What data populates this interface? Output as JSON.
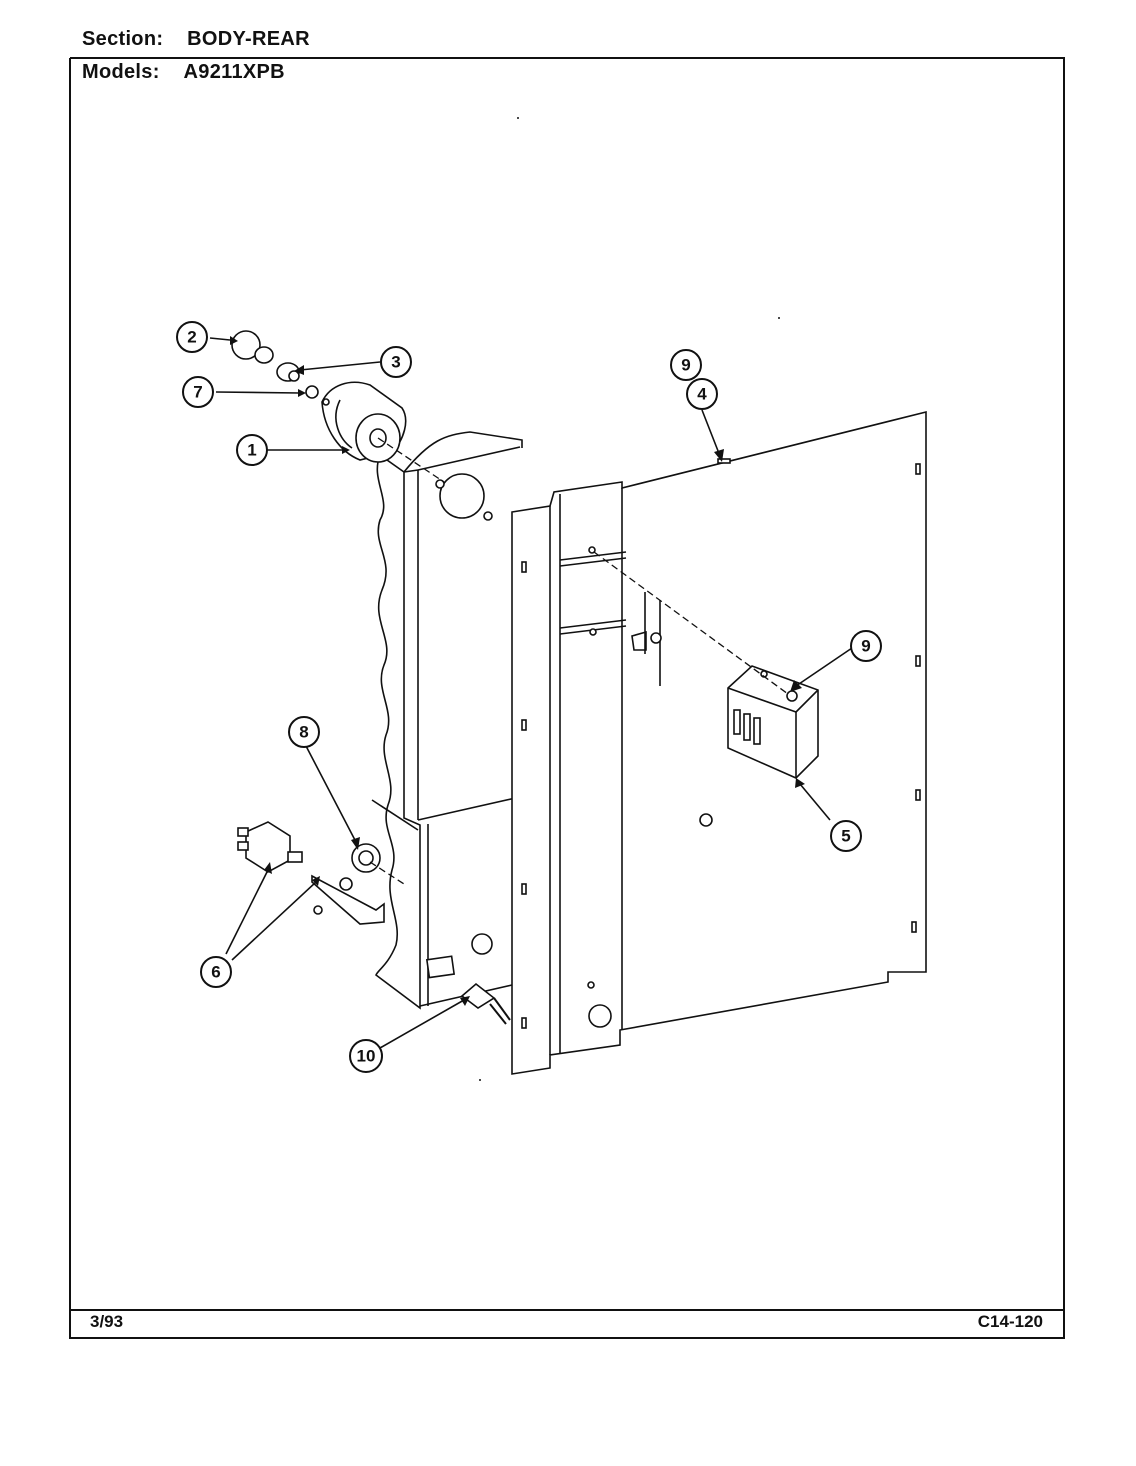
{
  "header": {
    "section_label": "Section:",
    "section_value": "BODY-REAR",
    "models_label": "Models:",
    "models_value": "A9211XPB"
  },
  "footer": {
    "date": "3/93",
    "page_code": "C14-120"
  },
  "callouts": [
    {
      "id": "c1",
      "label": "1"
    },
    {
      "id": "c2",
      "label": "2"
    },
    {
      "id": "c3",
      "label": "3"
    },
    {
      "id": "c7",
      "label": "7"
    },
    {
      "id": "c9a",
      "label": "9"
    },
    {
      "id": "c4",
      "label": "4"
    },
    {
      "id": "c9b",
      "label": "9"
    },
    {
      "id": "c5",
      "label": "5"
    },
    {
      "id": "c8",
      "label": "8"
    },
    {
      "id": "c6",
      "label": "6"
    },
    {
      "id": "c10",
      "label": "10"
    }
  ]
}
